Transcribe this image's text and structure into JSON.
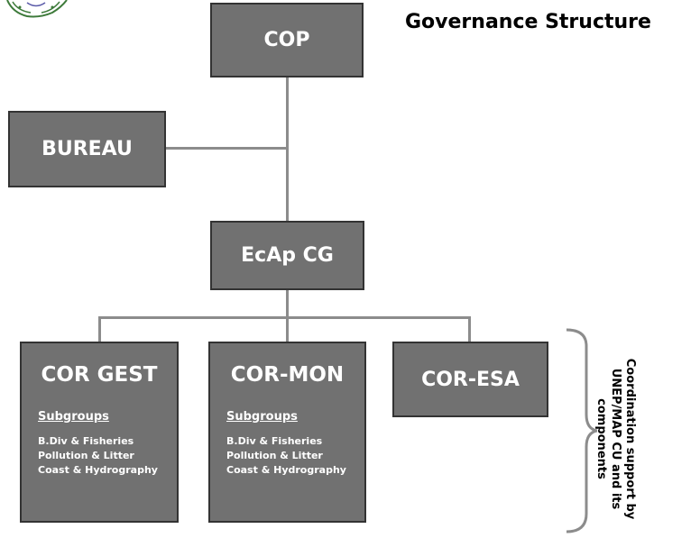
{
  "title": "Governance Structure",
  "nodes": {
    "cop": "COP",
    "bureau": "BUREAU",
    "ecap_cg": "EcAp CG",
    "cor_gest": {
      "title": "COR GEST",
      "subgroups_label": "Subgroups",
      "items": [
        "B.Div & Fisheries",
        "Pollution & Litter",
        "Coast & Hydrography"
      ]
    },
    "cor_mon": {
      "title": "COR-MON",
      "subgroups_label": "Subgroups",
      "items": [
        "B.Div & Fisheries",
        "Pollution & Litter",
        "Coast & Hydrography"
      ]
    },
    "cor_esa": "COR-ESA"
  },
  "side_note": {
    "lines": [
      "Coordination support by",
      "UNEP/MAP CU and its",
      "components"
    ]
  },
  "colors": {
    "box_fill": "#717171",
    "box_border": "#333333",
    "connector": "#8c8c8c",
    "text_on_box": "#ffffff"
  }
}
